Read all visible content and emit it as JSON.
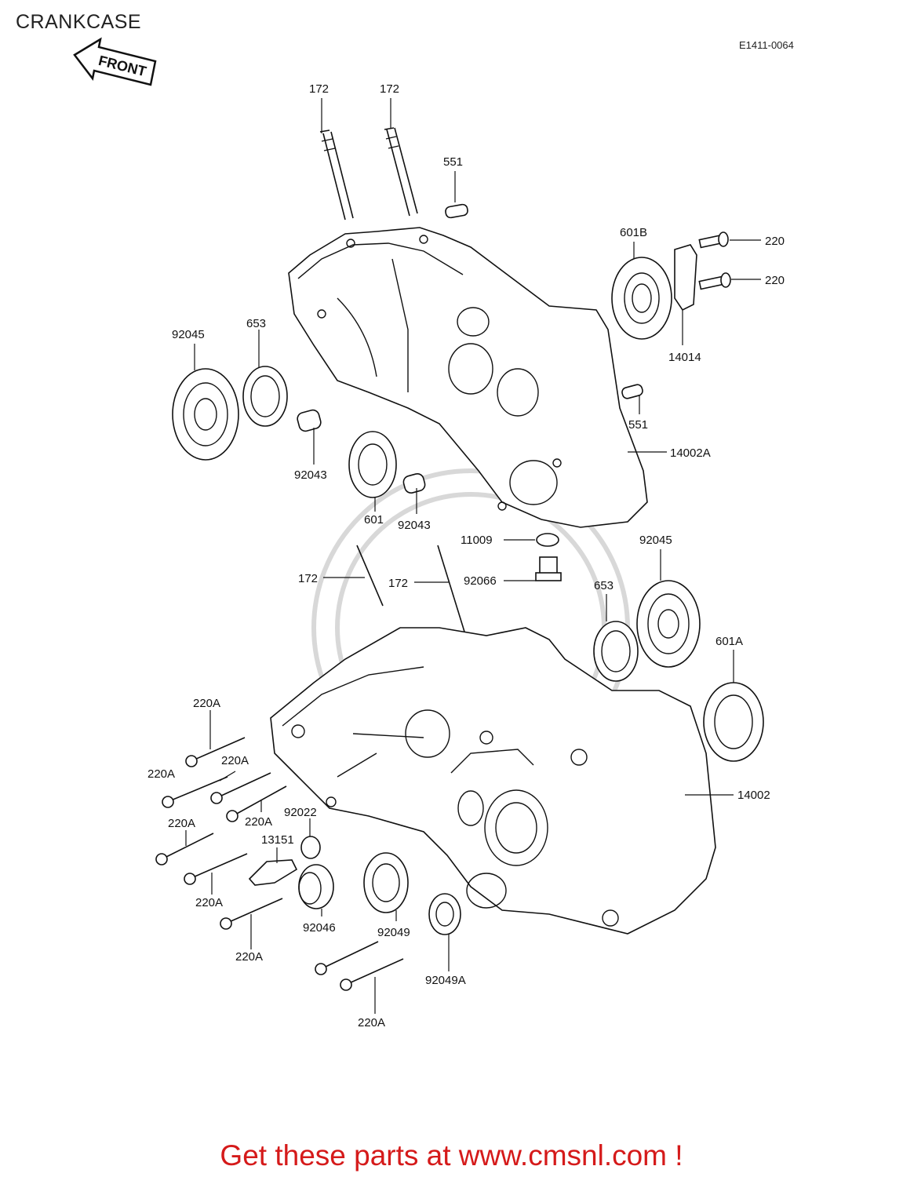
{
  "header": {
    "title": "CRANKCASE",
    "diagram_code": "E1411-0064",
    "front_arrow_label": "FRONT"
  },
  "labels": {
    "l172a": "172",
    "l172b": "172",
    "l551a": "551",
    "l601b": "601B",
    "l220a": "220",
    "l220b": "220",
    "l14014": "14014",
    "l92045a": "92045",
    "l653a": "653",
    "l551b": "551",
    "l14002a": "14002A",
    "l92043a": "92043",
    "l601": "601",
    "l92043b": "92043",
    "l11009": "11009",
    "l92045b": "92045",
    "l172c": "172",
    "l172d": "172",
    "l92066": "92066",
    "l653b": "653",
    "l601a": "601A",
    "l220A1": "220A",
    "l220A2": "220A",
    "l220A3": "220A",
    "l14002": "14002",
    "l92022": "92022",
    "l220A4": "220A",
    "l220A5": "220A",
    "l13151": "13151",
    "l220A6": "220A",
    "l92046": "92046",
    "l92049": "92049",
    "l220A7": "220A",
    "l92049a": "92049A",
    "l220A8": "220A"
  },
  "footer": {
    "cta": "Get these parts at www.cmsnl.com !"
  }
}
